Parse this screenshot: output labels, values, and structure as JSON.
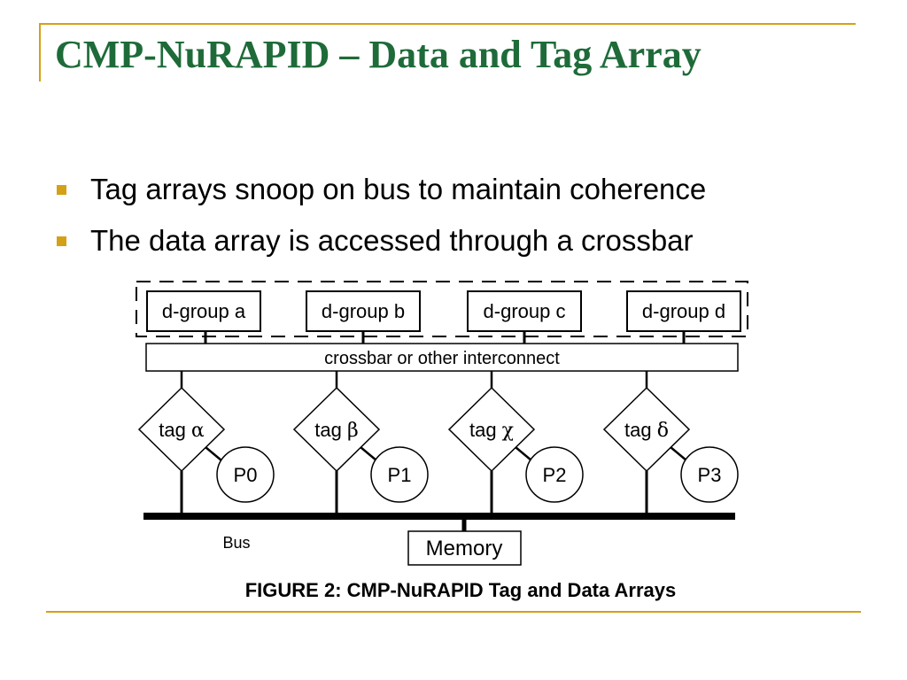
{
  "slide": {
    "title": "CMP-NuRAPID – Data and Tag Array",
    "accent_color": "#d4a017",
    "title_color": "#1e6b39",
    "bullets": [
      "Tag arrays snoop on bus to maintain coherence",
      "The data array is accessed through a crossbar"
    ]
  },
  "figure": {
    "dgroups": [
      "d-group a",
      "d-group b",
      "d-group c",
      "d-group d"
    ],
    "interconnect_label": "crossbar or other interconnect",
    "tags": [
      {
        "prefix": "tag ",
        "symbol": "α"
      },
      {
        "prefix": "tag ",
        "symbol": "β"
      },
      {
        "prefix": "tag ",
        "symbol": "χ"
      },
      {
        "prefix": "tag ",
        "symbol": "δ"
      }
    ],
    "processors": [
      "P0",
      "P1",
      "P2",
      "P3"
    ],
    "bus_label": "Bus",
    "memory_label": "Memory",
    "caption": "FIGURE 2: CMP-NuRAPID Tag and Data Arrays"
  }
}
